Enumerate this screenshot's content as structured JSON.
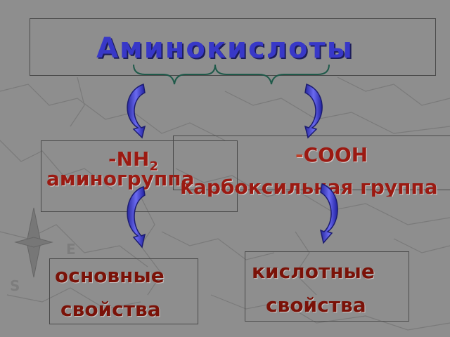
{
  "title": "Аминокислоты",
  "amino": {
    "formula_main": "-NH",
    "formula_sub": "2",
    "name": "аминогруппа"
  },
  "carboxyl": {
    "dash": "-",
    "formula": "COOH",
    "name": "карбоксильная группа"
  },
  "basic": {
    "line1": "основные",
    "line2": "свойства"
  },
  "acidic": {
    "line1": "кислотные",
    "line2": "свойства"
  },
  "colors": {
    "title": "#3838c8",
    "text": "#9b1a12",
    "arrow": "#5050e0",
    "brace": "#1f5a4a",
    "background": "#8e8e8e"
  }
}
